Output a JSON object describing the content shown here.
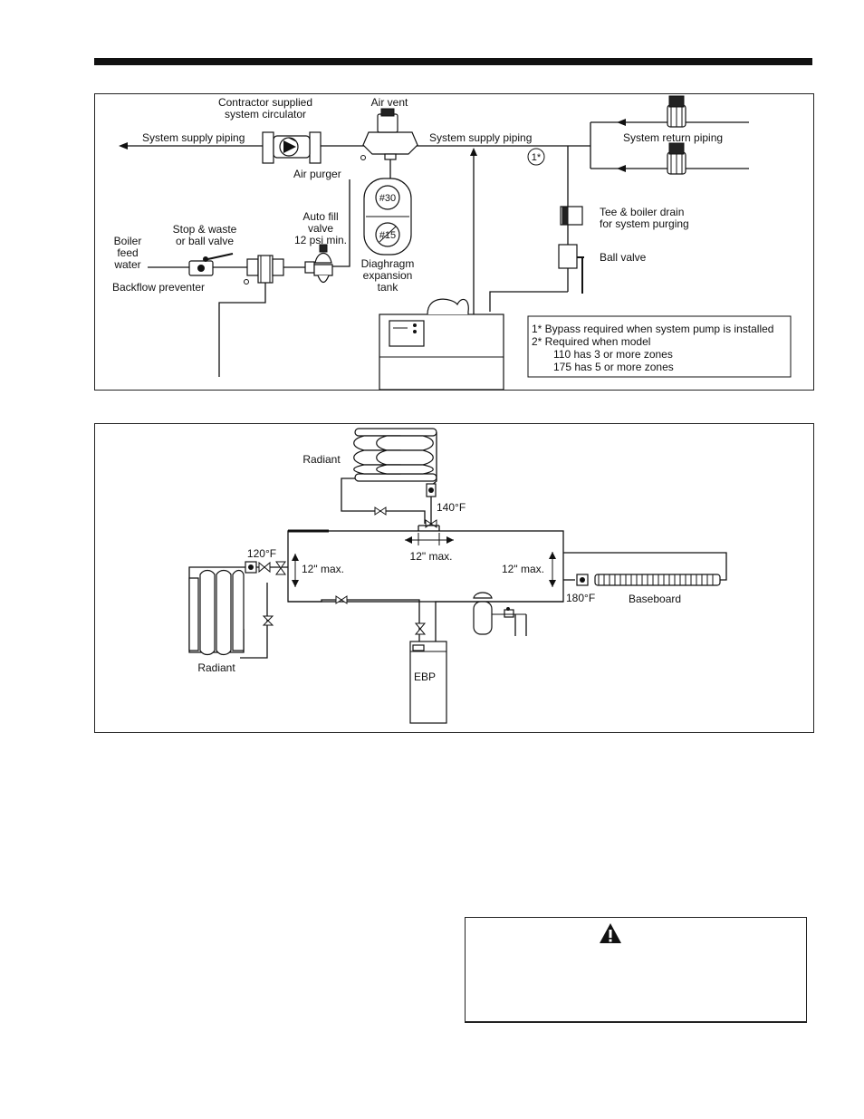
{
  "figure1": {
    "labels": {
      "circulator": [
        "Contractor supplied",
        "system circulator"
      ],
      "air_vent": "Air vent",
      "supply_left": "System supply piping",
      "supply_mid": "System supply piping",
      "bypass_marker": "1*",
      "return_piping": "System return piping",
      "air_purger": "Air purger",
      "tank_30": "#30",
      "tank_15": "#15",
      "tank_label": [
        "Diaghragm",
        "expansion",
        "tank"
      ],
      "auto_fill": [
        "Auto fill",
        "valve",
        "12 psi min."
      ],
      "stop_waste": [
        "Stop & waste",
        "or ball valve"
      ],
      "feed_water": [
        "Boiler",
        "feed",
        "water"
      ],
      "backflow": "Backflow preventer",
      "tee_drain": [
        "Tee & boiler drain",
        "for system purging"
      ],
      "ball_valve": "Ball valve"
    },
    "notes": [
      "1* Bypass required when system pump is installed",
      "2* Required when model",
      "110 has 3 or more zones",
      "175 has 5 or more zones"
    ]
  },
  "figure2": {
    "labels": {
      "radiant_top": "Radiant",
      "temp_140": "140°F",
      "max_center": "12\" max.",
      "temp_120": "120°F",
      "max_left": "12\" max.",
      "max_right": "12\" max.",
      "temp_180": "180°F",
      "baseboard": "Baseboard",
      "radiant_left": "Radiant",
      "ebp": "EBP"
    }
  },
  "colors": {
    "line": "#111111",
    "background": "#ffffff"
  },
  "icons": {
    "warning": "warning-triangle-icon"
  }
}
